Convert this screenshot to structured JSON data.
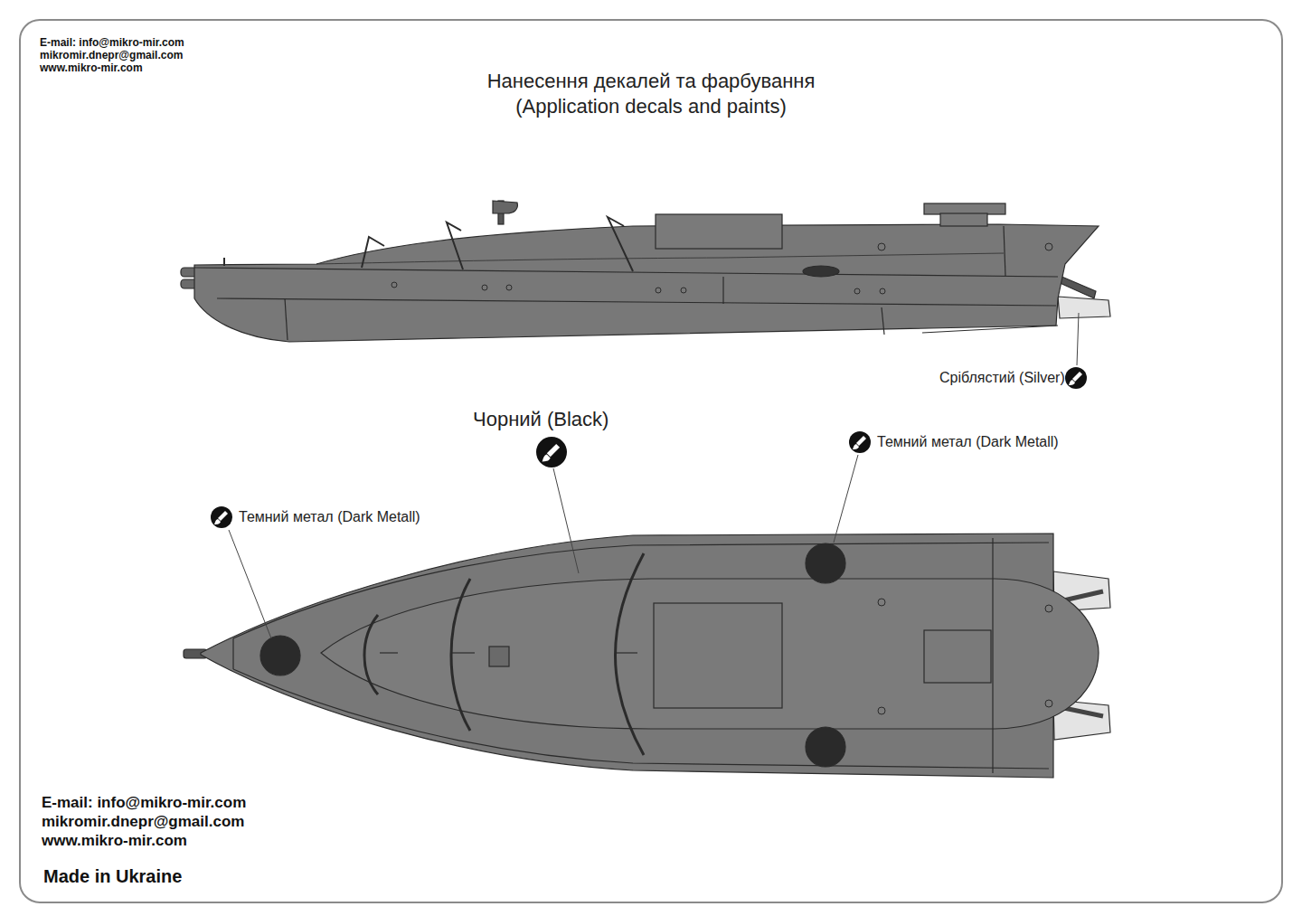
{
  "diagram": {
    "title": "Нанесення декалей та фарбування (Application decals and paints)",
    "labels": [
      "E-mail: info@mikro-mir.com",
      "mikromir.dnepr@gmail.com",
      "www.mikro-mir.com",
      "Сріблястий (Silver)",
      "Чорний (Black)",
      "Темний метал (Dark Metall)",
      "Темний метал (Dark Metall)",
      "E-mail: info@mikro-mir.com",
      "mikromir.dnepr@gmail.com",
      "www.mikro-mir.com",
      "Made in Ukraine"
    ]
  }
}
